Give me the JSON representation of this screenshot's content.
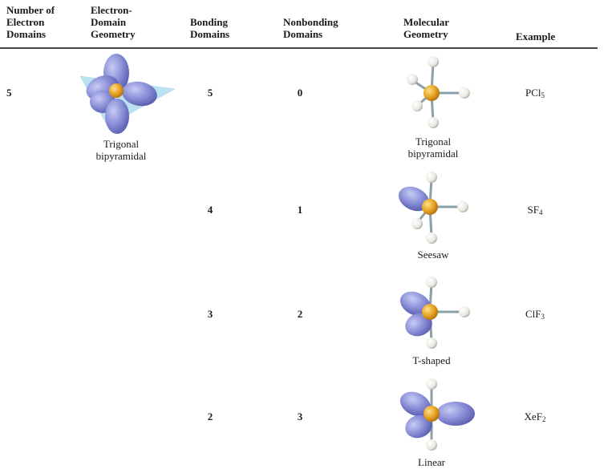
{
  "headers": {
    "electron_domains": [
      "Number of",
      "Electron",
      "Domains"
    ],
    "edg": [
      "Electron-",
      "Domain",
      "Geometry"
    ],
    "bonding": [
      "Bonding",
      "Domains"
    ],
    "nonbonding": [
      "Nonbonding",
      "Domains"
    ],
    "molecular": [
      "Molecular",
      "Geometry"
    ],
    "example": "Example"
  },
  "electron_domain_count": "5",
  "electron_domain_geometry": [
    "Trigonal",
    "bipyramidal"
  ],
  "rows": [
    {
      "bonding": "5",
      "nonbonding": "0",
      "geometry": [
        "Trigonal",
        "bipyramidal"
      ],
      "formula": "PCl",
      "subscript": "5"
    },
    {
      "bonding": "4",
      "nonbonding": "1",
      "geometry": [
        "Seesaw"
      ],
      "formula": "SF",
      "subscript": "4"
    },
    {
      "bonding": "3",
      "nonbonding": "2",
      "geometry": [
        "T-shaped"
      ],
      "formula": "ClF",
      "subscript": "3"
    },
    {
      "bonding": "2",
      "nonbonding": "3",
      "geometry": [
        "Linear"
      ],
      "formula": "XeF",
      "subscript": "2"
    }
  ],
  "colors": {
    "lobe": "#8a8fd8",
    "central_atom": "#e4a020",
    "ligand_atom": "#e8e8e2",
    "bond": "#8aa0a8",
    "plane": "#8ecfe8"
  }
}
